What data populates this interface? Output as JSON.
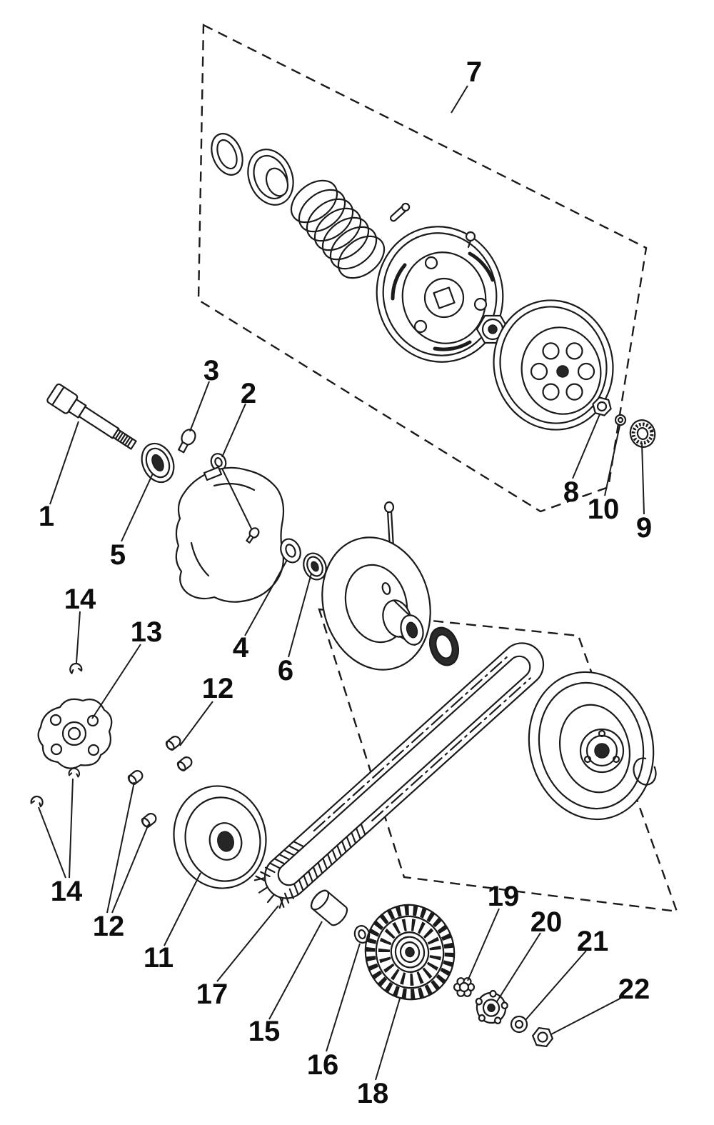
{
  "colors": {
    "ink": "#1b1b1b",
    "paper": "#ffffff"
  },
  "figure": {
    "callouts": [
      {
        "label": "1"
      },
      {
        "label": "2"
      },
      {
        "label": "3"
      },
      {
        "label": "4"
      },
      {
        "label": "5"
      },
      {
        "label": "6"
      },
      {
        "label": "7"
      },
      {
        "label": "8"
      },
      {
        "label": "9"
      },
      {
        "label": "10"
      },
      {
        "label": "11"
      },
      {
        "label": "12"
      },
      {
        "label": "12"
      },
      {
        "label": "13"
      },
      {
        "label": "14"
      },
      {
        "label": "14"
      },
      {
        "label": "15"
      },
      {
        "label": "16"
      },
      {
        "label": "17"
      },
      {
        "label": "18"
      },
      {
        "label": "19"
      },
      {
        "label": "20"
      },
      {
        "label": "21"
      },
      {
        "label": "22"
      }
    ]
  }
}
